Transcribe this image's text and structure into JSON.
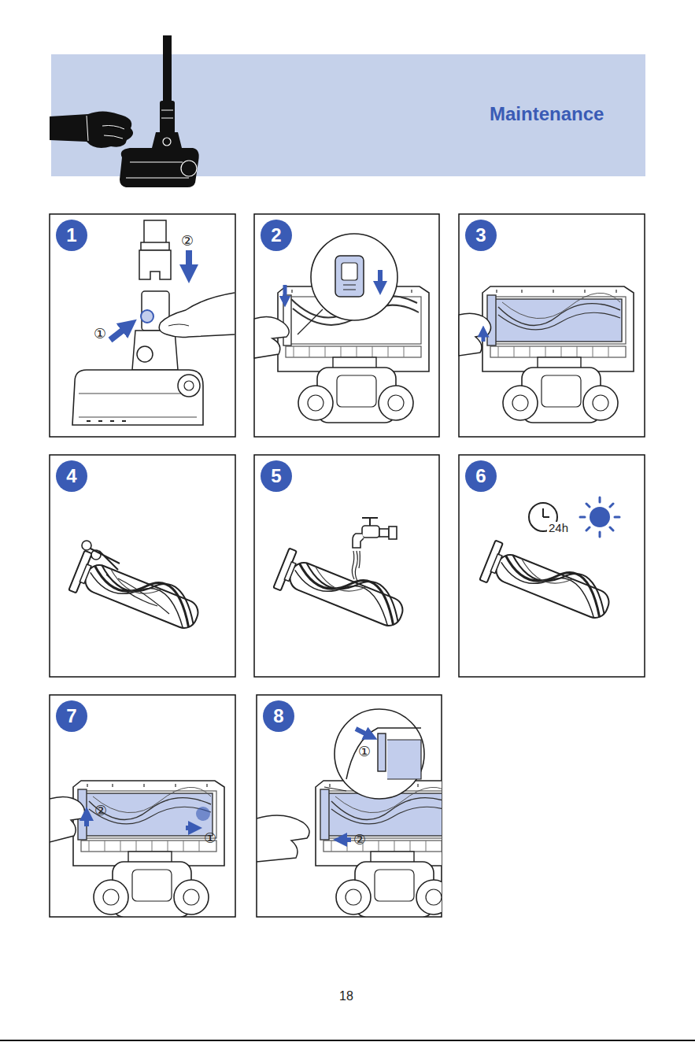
{
  "diagram": {
    "title": "Maintenance",
    "nodes": [
      {
        "text": [
          "1"
        ]
      },
      {
        "text": [
          "2"
        ]
      },
      {
        "text": [
          "3"
        ]
      },
      {
        "text": [
          "4"
        ]
      },
      {
        "text": [
          "5"
        ]
      },
      {
        "text": [
          "6"
        ]
      },
      {
        "text": [
          "7"
        ]
      },
      {
        "text": [
          "8"
        ]
      }
    ],
    "labels": [
      "②",
      "①",
      "24h",
      "②",
      "①",
      "①",
      "②",
      "18"
    ]
  }
}
